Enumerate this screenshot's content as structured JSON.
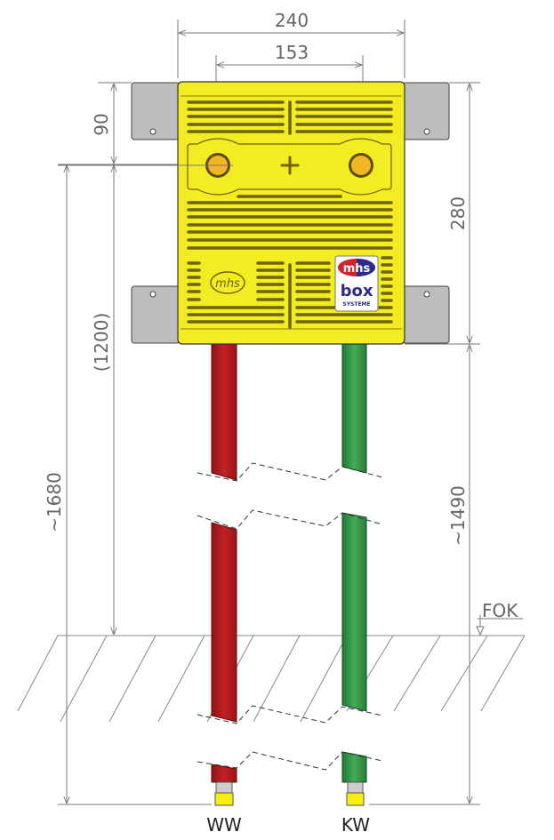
{
  "dimensions": {
    "width_total": "240",
    "pipe_spacing": "153",
    "top_to_pipe": "90",
    "pipe_to_floor": "(1200)",
    "total_height": "~1680",
    "box_height": "280",
    "box_to_pipe_end": "~1490"
  },
  "floor_label": "FOK",
  "pipes": [
    {
      "label": "WW",
      "color": "#b3191c"
    },
    {
      "label": "KW",
      "color": "#2e9a46"
    }
  ],
  "logo": {
    "brand": "mhs",
    "product": "box",
    "sub": "SYSTEME"
  },
  "colors": {
    "box": "#f4ec22",
    "bracket": "#b9b9b9",
    "fitting": "#f7ee10"
  }
}
